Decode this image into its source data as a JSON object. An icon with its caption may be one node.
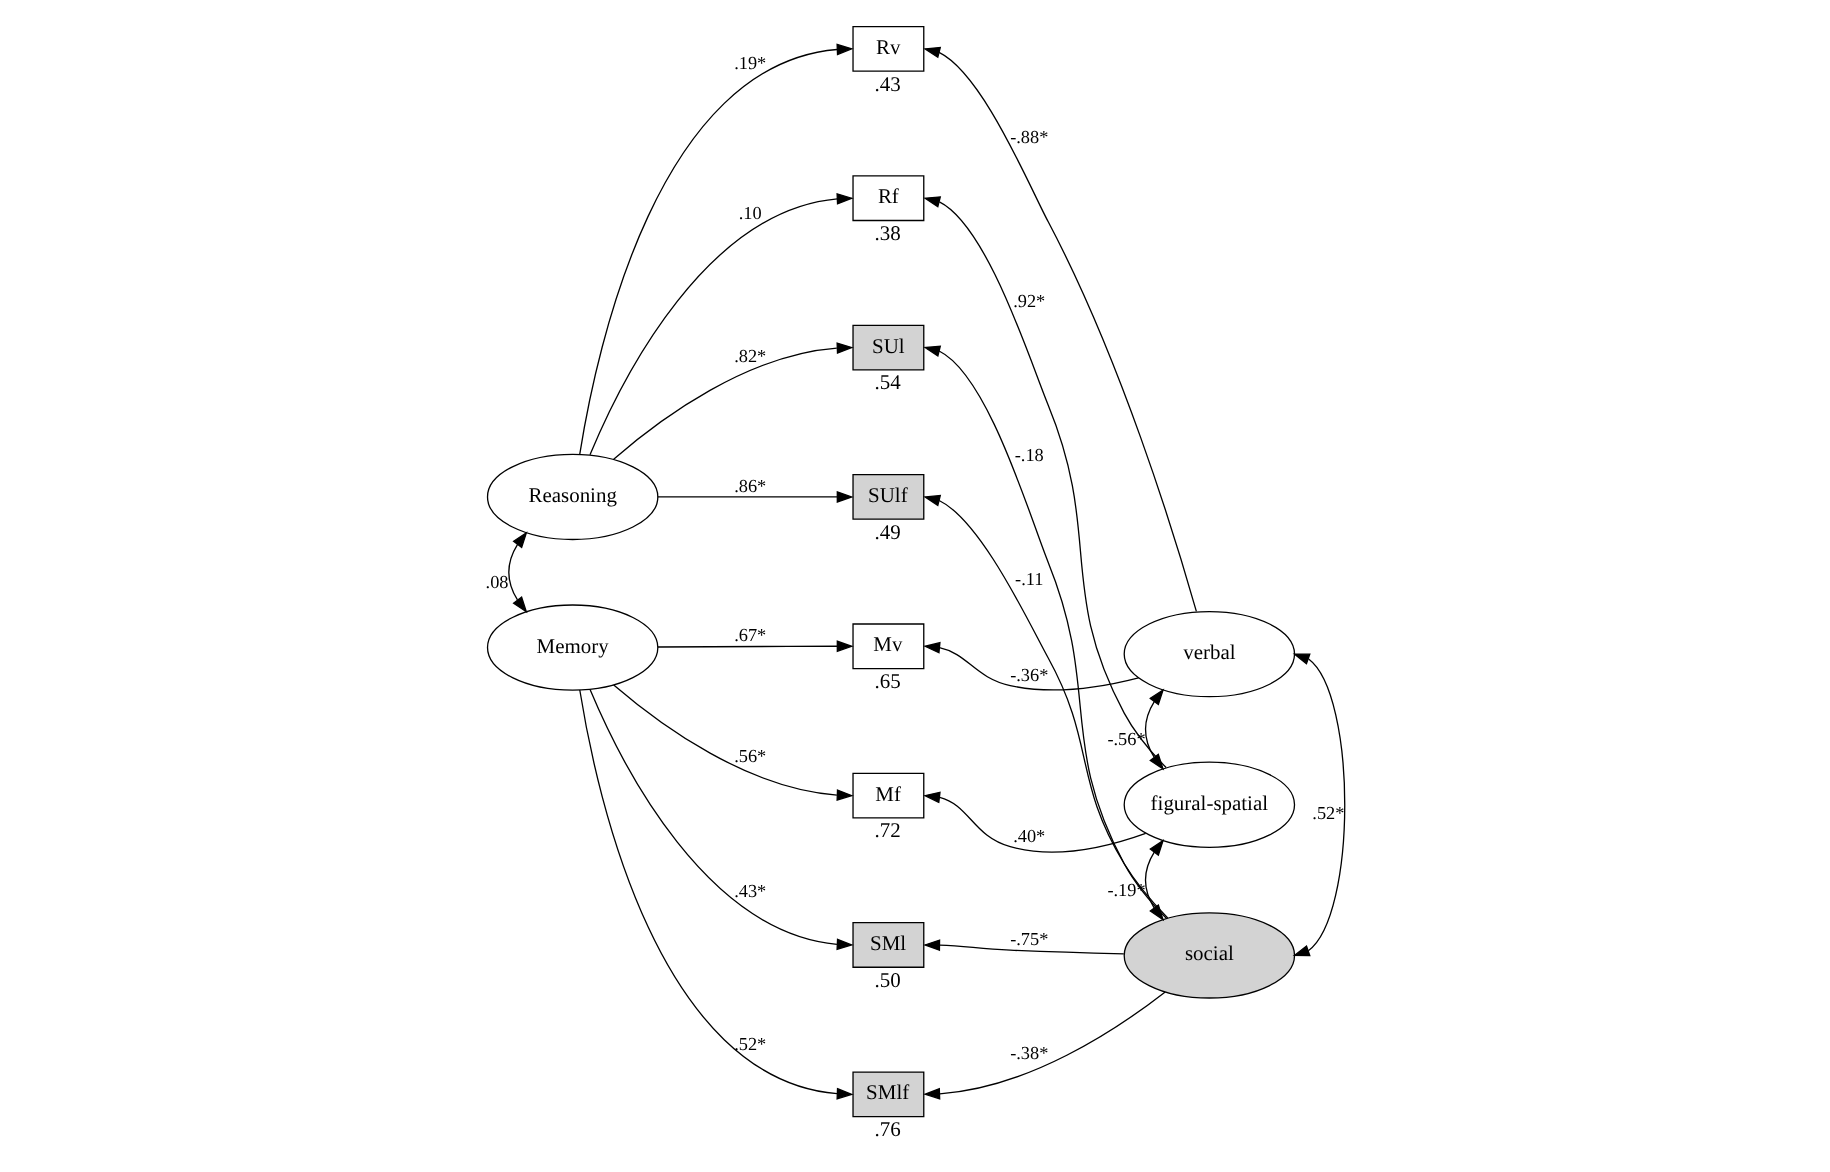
{
  "diagram": {
    "nodes": [
      {
        "text": [
          "Reasoning"
        ]
      },
      {
        "text": [
          "Memory"
        ]
      },
      {
        "text": [
          "Rv"
        ],
        "beside": [
          ".43"
        ]
      },
      {
        "text": [
          "Rf"
        ],
        "beside": [
          ".38"
        ]
      },
      {
        "text": [
          "SUl"
        ],
        "beside": [
          ".54"
        ]
      },
      {
        "text": [
          "SUlf"
        ],
        "beside": [
          ".49"
        ]
      },
      {
        "text": [
          "Mv"
        ],
        "beside": [
          ".65"
        ]
      },
      {
        "text": [
          "Mf"
        ],
        "beside": [
          ".72"
        ]
      },
      {
        "text": [
          "SMl"
        ],
        "beside": [
          ".50"
        ]
      },
      {
        "text": [
          "SMlf"
        ],
        "beside": [
          ".76"
        ]
      },
      {
        "text": [
          "verbal"
        ]
      },
      {
        "text": [
          "figural-spatial"
        ]
      },
      {
        "text": [
          "social"
        ]
      }
    ],
    "edges": [
      {
        "from": 0,
        "to": 1,
        "arrow": "both",
        "label": ".08"
      },
      {
        "from": 0,
        "to": 2,
        "arrow": "to",
        "label": ".19*"
      },
      {
        "from": 0,
        "to": 3,
        "arrow": "to",
        "label": ".10"
      },
      {
        "from": 0,
        "to": 4,
        "arrow": "to",
        "label": ".82*"
      },
      {
        "from": 0,
        "to": 5,
        "arrow": "to",
        "label": ".86*"
      },
      {
        "from": 1,
        "to": 6,
        "arrow": "to",
        "label": ".67*"
      },
      {
        "from": 1,
        "to": 7,
        "arrow": "to",
        "label": ".56*"
      },
      {
        "from": 1,
        "to": 8,
        "arrow": "to",
        "label": ".43*"
      },
      {
        "from": 1,
        "to": 9,
        "arrow": "to",
        "label": ".52*"
      },
      {
        "from": 10,
        "to": 2,
        "arrow": "to",
        "label": "-.88*"
      },
      {
        "from": 10,
        "to": 6,
        "arrow": "to",
        "label": "-.36*"
      },
      {
        "from": 11,
        "to": 3,
        "arrow": "to",
        "label": ".92*"
      },
      {
        "from": 11,
        "to": 7,
        "arrow": "to",
        "label": ".40*"
      },
      {
        "from": 12,
        "to": 4,
        "arrow": "to",
        "label": "-.18"
      },
      {
        "from": 12,
        "to": 5,
        "arrow": "to",
        "label": "-.11"
      },
      {
        "from": 12,
        "to": 8,
        "arrow": "to",
        "label": "-.75*"
      },
      {
        "from": 12,
        "to": 9,
        "arrow": "to",
        "label": "-.38*"
      },
      {
        "from": 10,
        "to": 11,
        "arrow": "both",
        "label": "-.56*"
      },
      {
        "from": 11,
        "to": 12,
        "arrow": "both",
        "label": "-.19*"
      },
      {
        "from": 10,
        "to": 12,
        "arrow": "both",
        "label": ".52*"
      }
    ]
  }
}
